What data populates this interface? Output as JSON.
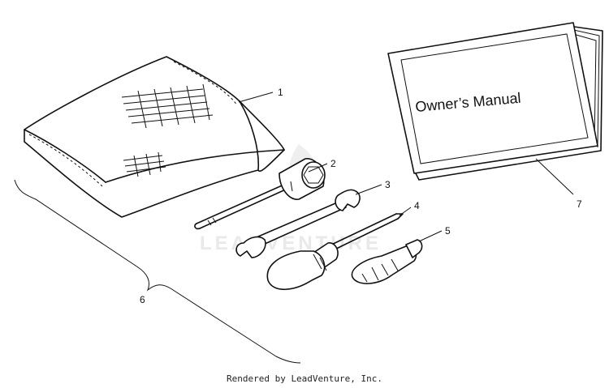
{
  "diagram": {
    "manual_cover_text": "Owner’s Manual",
    "watermark": "LEADVENTURE",
    "credit": "Rendered by LeadVenture, Inc.",
    "callouts": [
      "1",
      "2",
      "3",
      "4",
      "5",
      "6",
      "7"
    ]
  }
}
